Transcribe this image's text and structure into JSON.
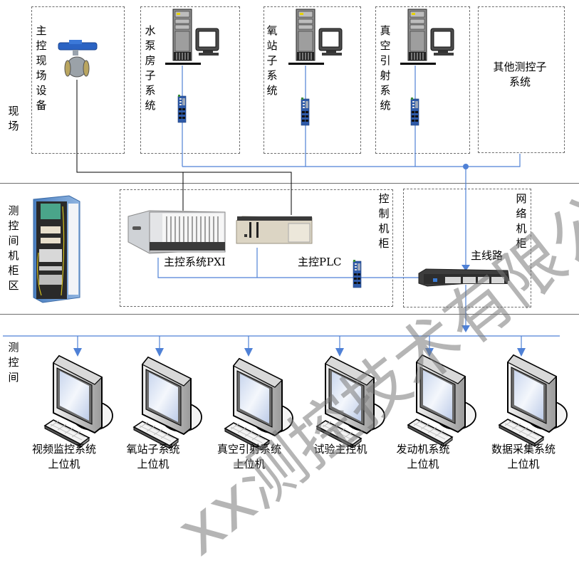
{
  "zones": {
    "field": "现场",
    "cabinet_area": "测控间机柜区",
    "control_room": "测控间"
  },
  "field_boxes": [
    {
      "label": "主控现场设备",
      "device": "valve-icon"
    },
    {
      "label": "水泵房子系统",
      "device": "workstation-icon"
    },
    {
      "label": "氧站子系统",
      "device": "workstation-icon"
    },
    {
      "label": "真空引射系统",
      "device": "workstation-icon"
    },
    {
      "label": "其他测控子系统",
      "device": ""
    }
  ],
  "cabinets": {
    "control_cabinet_label": "控制机柜",
    "network_cabinet_label": "网络机柜",
    "pxi_label": "主控系统PXI",
    "plc_label": "主控PLC",
    "main_line_label": "主线路"
  },
  "host_computers": [
    {
      "line1": "视频监控系统",
      "line2": "上位机"
    },
    {
      "line1": "氧站子系统",
      "line2": "上位机"
    },
    {
      "line1": "真空引射系统",
      "line2": "上位机"
    },
    {
      "line1": "试验主控机",
      "line2": ""
    },
    {
      "line1": "发动机系统",
      "line2": "上位机"
    },
    {
      "line1": "数据采集系统",
      "line2": "上位机"
    }
  ],
  "watermark": "xx测控技术有限公司",
  "colors": {
    "network_line": "#4f81d6",
    "signal_line": "#000000",
    "zone_divider": "#6f6f6f",
    "dashed_border": "#6d6d6d"
  }
}
